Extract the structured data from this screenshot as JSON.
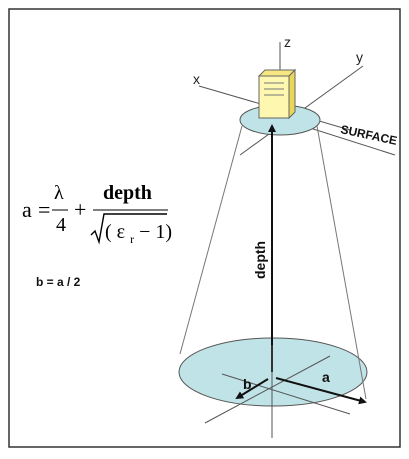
{
  "axes": {
    "x_label": "x",
    "y_label": "y",
    "z_label": "z"
  },
  "surface_label": "SURFACE",
  "depth_label": "depth",
  "dimension_labels": {
    "a": "a",
    "b": "b"
  },
  "formula": {
    "lhs": "a",
    "equals": "=",
    "lambda": "λ",
    "four": "4",
    "plus": "+",
    "numerator": "depth",
    "denominator_open": "(",
    "epsilon": "ε",
    "epsilon_subscript": "r",
    "denominator_rest": " − 1)"
  },
  "b_relation": "b = a / 2",
  "colors": {
    "ellipse_fill": "#bfe3e6",
    "box_fill": "#fdf7b0",
    "box_dark": "#e9d65a",
    "frame": "#333333",
    "line": "#555555",
    "arrow": "#111111"
  },
  "icons": {
    "transmitter": "computer-tower-icon"
  }
}
